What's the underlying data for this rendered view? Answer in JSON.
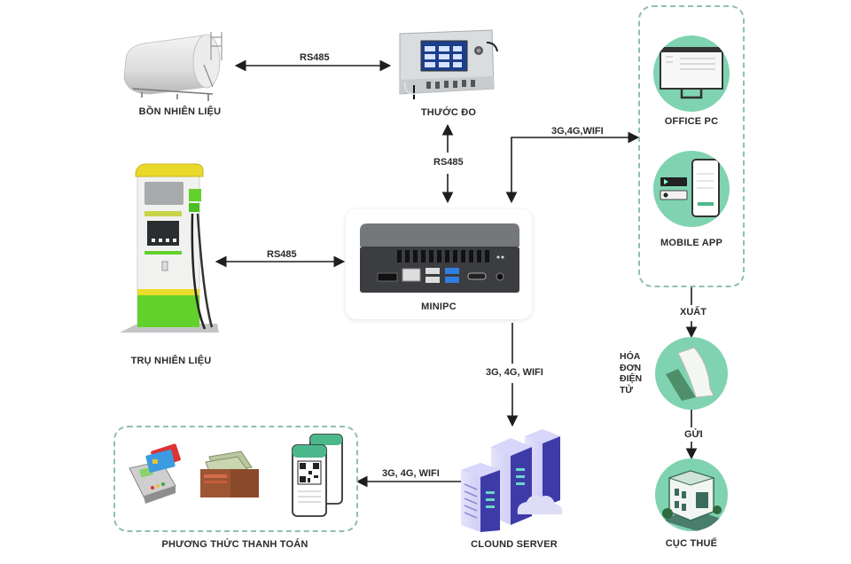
{
  "nodes": {
    "fuel_tank": {
      "label": "BỒN NHIÊN LIỆU",
      "icon": "fuel-tank-icon"
    },
    "gauge": {
      "label": "THƯỚC ĐO",
      "icon": "tank-gauge-controller-icon"
    },
    "fuel_pump": {
      "label": "TRỤ NHIÊN LIỆU",
      "icon": "fuel-dispenser-icon"
    },
    "minipc": {
      "label": "MINIPC",
      "icon": "mini-pc-icon"
    },
    "office_pc": {
      "label": "OFFICE PC",
      "icon": "monitor-icon"
    },
    "mobile_app": {
      "label": "MOBILE APP",
      "icon": "smartphone-app-icon"
    },
    "e_invoice": {
      "label_lines": [
        "HÓA",
        "ĐƠN",
        "ĐIỆN",
        "TỬ"
      ],
      "icon": "invoice-paper-icon"
    },
    "tax_office": {
      "label": "CỤC THUẾ",
      "icon": "tax-office-building-icon"
    },
    "cloud_server": {
      "label": "CLOUND SERVER",
      "icon": "cloud-server-icon"
    },
    "payment_methods": {
      "label": "PHƯƠNG THỨC THANH TOÁN",
      "items": [
        {
          "name": "card-terminal",
          "icon": "card-payment-terminal-icon"
        },
        {
          "name": "cash-wallet",
          "icon": "cash-wallet-icon"
        },
        {
          "name": "qr-mobile",
          "icon": "qr-code-phone-icon"
        }
      ]
    }
  },
  "edges": {
    "tank_gauge": "RS485",
    "gauge_minipc": "RS485",
    "pump_minipc": "RS485",
    "minipc_office": "3G,4G,WIFI",
    "minipc_cloud": "3G, 4G, WIFI",
    "cloud_payment": "3G, 4G, WIFI",
    "office_invoice": "XUẤT",
    "invoice_tax": "GỬI"
  },
  "colors": {
    "accent_green": "#7fd3b0",
    "dash_border": "#8fbfb0",
    "line": "#1e1e1e",
    "pump_green": "#63d12c",
    "pump_yellow": "#ecdc2c",
    "server_purple": "#7b78d8"
  }
}
